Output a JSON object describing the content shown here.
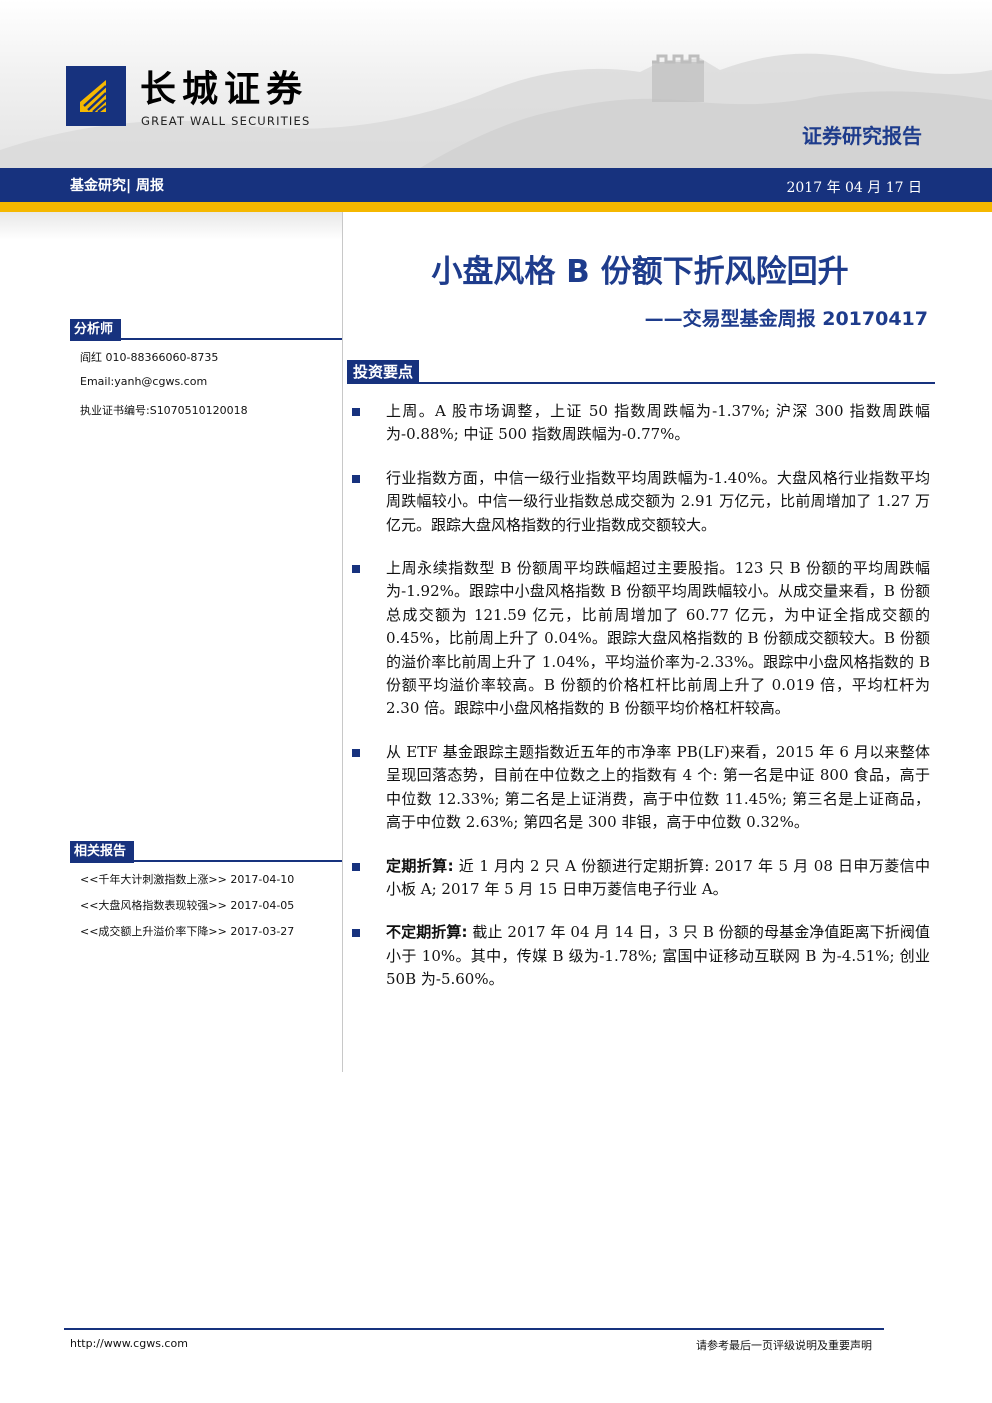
{
  "header": {
    "logo_cn": "长城证券",
    "logo_en": "GREAT WALL SECURITIES",
    "report_type": "证券研究报告",
    "category": "基金研究| 周报",
    "date": "2017 年 04 月 17 日"
  },
  "colors": {
    "brand_blue": "#17327e",
    "title_blue": "#1e3c8c",
    "accent_yellow": "#f5b800"
  },
  "sidebar": {
    "analyst_heading": "分析师",
    "analyst_phone": "阎红 010-88366060-8735",
    "analyst_email": "Email:yanh@cgws.com",
    "analyst_license": "执业证书编号:S1070510120018",
    "related_heading": "相关报告",
    "related": [
      "<<千年大计刺激指数上涨>> 2017-04-10",
      "<<大盘风格指数表现较强>> 2017-04-05",
      "<<成交额上升溢价率下降>> 2017-03-27"
    ]
  },
  "main": {
    "title": "小盘风格 B 份额下折风险回升",
    "subtitle": "——交易型基金周报 20170417",
    "section_heading": "投资要点",
    "bullets": [
      {
        "lead": "",
        "text": "上周。A 股市场调整，上证 50 指数周跌幅为-1.37%; 沪深 300 指数周跌幅为-0.88%; 中证 500 指数周跌幅为-0.77%。"
      },
      {
        "lead": "",
        "text": "行业指数方面，中信一级行业指数平均周跌幅为-1.40%。大盘风格行业指数平均周跌幅较小。中信一级行业指数总成交额为 2.91 万亿元，比前周增加了 1.27 万亿元。跟踪大盘风格指数的行业指数成交额较大。"
      },
      {
        "lead": "",
        "text": "上周永续指数型 B 份额周平均跌幅超过主要股指。123 只 B 份额的平均周跌幅为-1.92%。跟踪中小盘风格指数 B 份额平均周跌幅较小。从成交量来看，B 份额总成交额为 121.59 亿元，比前周增加了 60.77 亿元，为中证全指成交额的 0.45%，比前周上升了 0.04%。跟踪大盘风格指数的 B 份额成交额较大。B 份额的溢价率比前周上升了 1.04%，平均溢价率为-2.33%。跟踪中小盘风格指数的 B 份额平均溢价率较高。B 份额的价格杠杆比前周上升了 0.019 倍，平均杠杆为 2.30 倍。跟踪中小盘风格指数的 B 份额平均价格杠杆较高。"
      },
      {
        "lead": "",
        "text": "从 ETF 基金跟踪主题指数近五年的市净率 PB(LF)来看，2015 年 6 月以来整体呈现回落态势，目前在中位数之上的指数有 4 个: 第一名是中证 800 食品，高于中位数 12.33%; 第二名是上证消费，高于中位数 11.45%; 第三名是上证商品，高于中位数 2.63%; 第四名是 300 非银，高于中位数 0.32%。"
      },
      {
        "lead": "定期折算:",
        "text": " 近 1 月内 2 只 A 份额进行定期折算: 2017 年 5 月 08 日申万菱信中小板 A; 2017 年 5 月 15 日申万菱信电子行业 A。"
      },
      {
        "lead": "不定期折算:",
        "text": " 截止 2017 年 04 月 14 日，3 只 B 份额的母基金净值距离下折阀值小于 10%。其中，传媒 B 级为-1.78%; 富国中证移动互联网 B 为-4.51%; 创业 50B 为-5.60%。"
      }
    ]
  },
  "footer": {
    "url": "http://www.cgws.com",
    "disclaimer": "请参考最后一页评级说明及重要声明"
  }
}
